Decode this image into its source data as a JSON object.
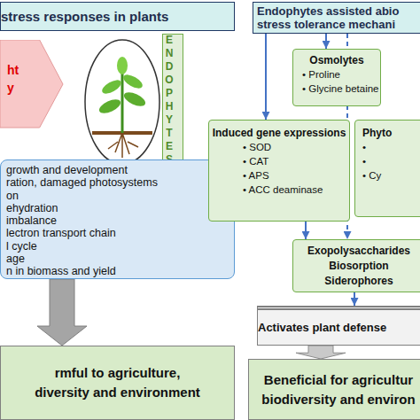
{
  "diagram": {
    "nodes": [
      {
        "text": [
          "stress responses in plants"
        ]
      },
      {
        "text": [
          "ht",
          "y"
        ]
      },
      {
        "text": [
          "ENDOPHYTES"
        ]
      },
      {
        "text": [
          "Endophytes assisted abio stress tolerance mechani"
        ]
      },
      {
        "text": [
          "growth and development",
          "ration, damaged photosystems",
          "on",
          "ehydration",
          "imbalance",
          "lectron transport chain",
          "l cycle",
          "age",
          "n in biomass and yield"
        ]
      },
      {
        "text": [
          "rmful to agriculture, diversity and environment"
        ]
      },
      {
        "text": [
          "Osmolytes",
          "• Proline",
          "• Glycine betaine"
        ]
      },
      {
        "text": [
          "Induced gene expressions",
          "• SOD",
          "• CAT",
          "• APS",
          "• ACC deaminase"
        ]
      },
      {
        "text": [
          "Phyto",
          "•",
          "•",
          "• Cy"
        ]
      },
      {
        "text": [
          "Exopolysaccharides",
          "Biosorption",
          "Siderophores"
        ]
      },
      {
        "text": [
          "Activates plant defense"
        ]
      },
      {
        "text": [
          "Beneficial for agricultur biodiversity and environ"
        ]
      }
    ],
    "edges": [
      {
        "from": 3,
        "to": 7,
        "arrow": "to"
      },
      {
        "from": 3,
        "to": 6,
        "arrow": "to"
      },
      {
        "from": 3,
        "to": 9,
        "arrow": "to"
      },
      {
        "from": 7,
        "to": 9,
        "arrow": "to"
      },
      {
        "from": 9,
        "to": 10,
        "arrow": "to"
      },
      {
        "from": 10,
        "to": 11,
        "arrow": "to"
      },
      {
        "from": 4,
        "to": 5,
        "arrow": "to"
      }
    ]
  }
}
